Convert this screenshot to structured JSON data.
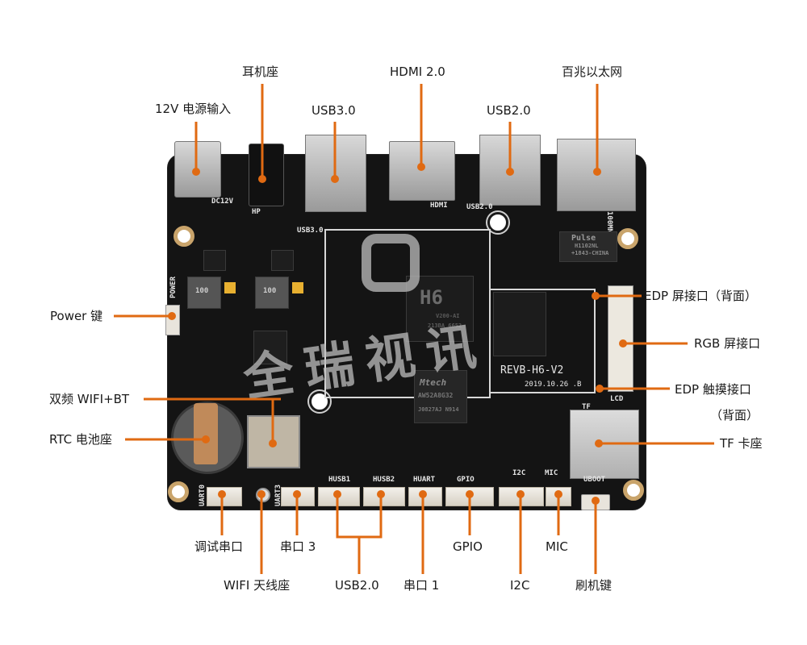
{
  "accent_color": "#e06a12",
  "board": {
    "model": "REVB-H6-V2",
    "date": "2019.10.26  .B",
    "watermark": "全瑞视讯",
    "silkscreen": {
      "dc": "DC12V",
      "hp": "HP",
      "usb3": "USB3.0",
      "hdmi": "HDMI",
      "usb2": "USB2.0",
      "eth": "100MNET",
      "power": "POWER",
      "lcd": "LCD",
      "tf": "TF",
      "uboot": "UBOOT",
      "uart0": "UART0",
      "uart3": "UART3",
      "husb1": "HUSB1",
      "husb2": "HUSB2",
      "huart": "HUART",
      "gpio": "GPIO",
      "i2c": "I2C",
      "mic": "MIC",
      "inductor1": "100",
      "inductor2": "100"
    },
    "chips": {
      "soc_name": "H6",
      "soc_line1": "V200-AI",
      "soc_line2": "213BA  6652",
      "mem_brand": "Mtech",
      "mem_line1": "AW52A8G32",
      "mem_line2": "J0827AJ  N914",
      "magnetics_brand": "Pulse",
      "magnetics_line1": "H1102NL",
      "magnetics_line2": "+1843-CHINA"
    }
  },
  "labels": {
    "top": [
      {
        "id": "power-input",
        "text": "12V 电源输入"
      },
      {
        "id": "headphone",
        "text": "耳机座"
      },
      {
        "id": "usb30",
        "text": "USB3.0"
      },
      {
        "id": "hdmi",
        "text": "HDMI 2.0"
      },
      {
        "id": "usb20-top",
        "text": "USB2.0"
      },
      {
        "id": "ethernet",
        "text": "百兆以太网"
      }
    ],
    "left": [
      {
        "id": "power-key",
        "text": "Power 键"
      },
      {
        "id": "wifi-bt",
        "text": "双频 WIFI+BT"
      },
      {
        "id": "rtc",
        "text": "RTC 电池座"
      }
    ],
    "right": [
      {
        "id": "edp-screen",
        "text": "EDP 屏接口（背面）"
      },
      {
        "id": "rgb-screen",
        "text": "RGB 屏接口"
      },
      {
        "id": "edp-touch",
        "text": "EDP 触摸接口"
      },
      {
        "id": "edp-touch-note",
        "text": "（背面）"
      },
      {
        "id": "tf-slot",
        "text": "TF 卡座"
      }
    ],
    "bottom": [
      {
        "id": "debug-uart",
        "text": "调试串口"
      },
      {
        "id": "uart3",
        "text": "串口 3"
      },
      {
        "id": "gpio",
        "text": "GPIO"
      },
      {
        "id": "mic",
        "text": "MIC"
      },
      {
        "id": "wifi-antenna",
        "text": "WIFI 天线座"
      },
      {
        "id": "usb20-bottom",
        "text": "USB2.0"
      },
      {
        "id": "uart1",
        "text": "串口 1"
      },
      {
        "id": "i2c",
        "text": "I2C"
      },
      {
        "id": "flash-key",
        "text": "刷机键"
      }
    ]
  }
}
